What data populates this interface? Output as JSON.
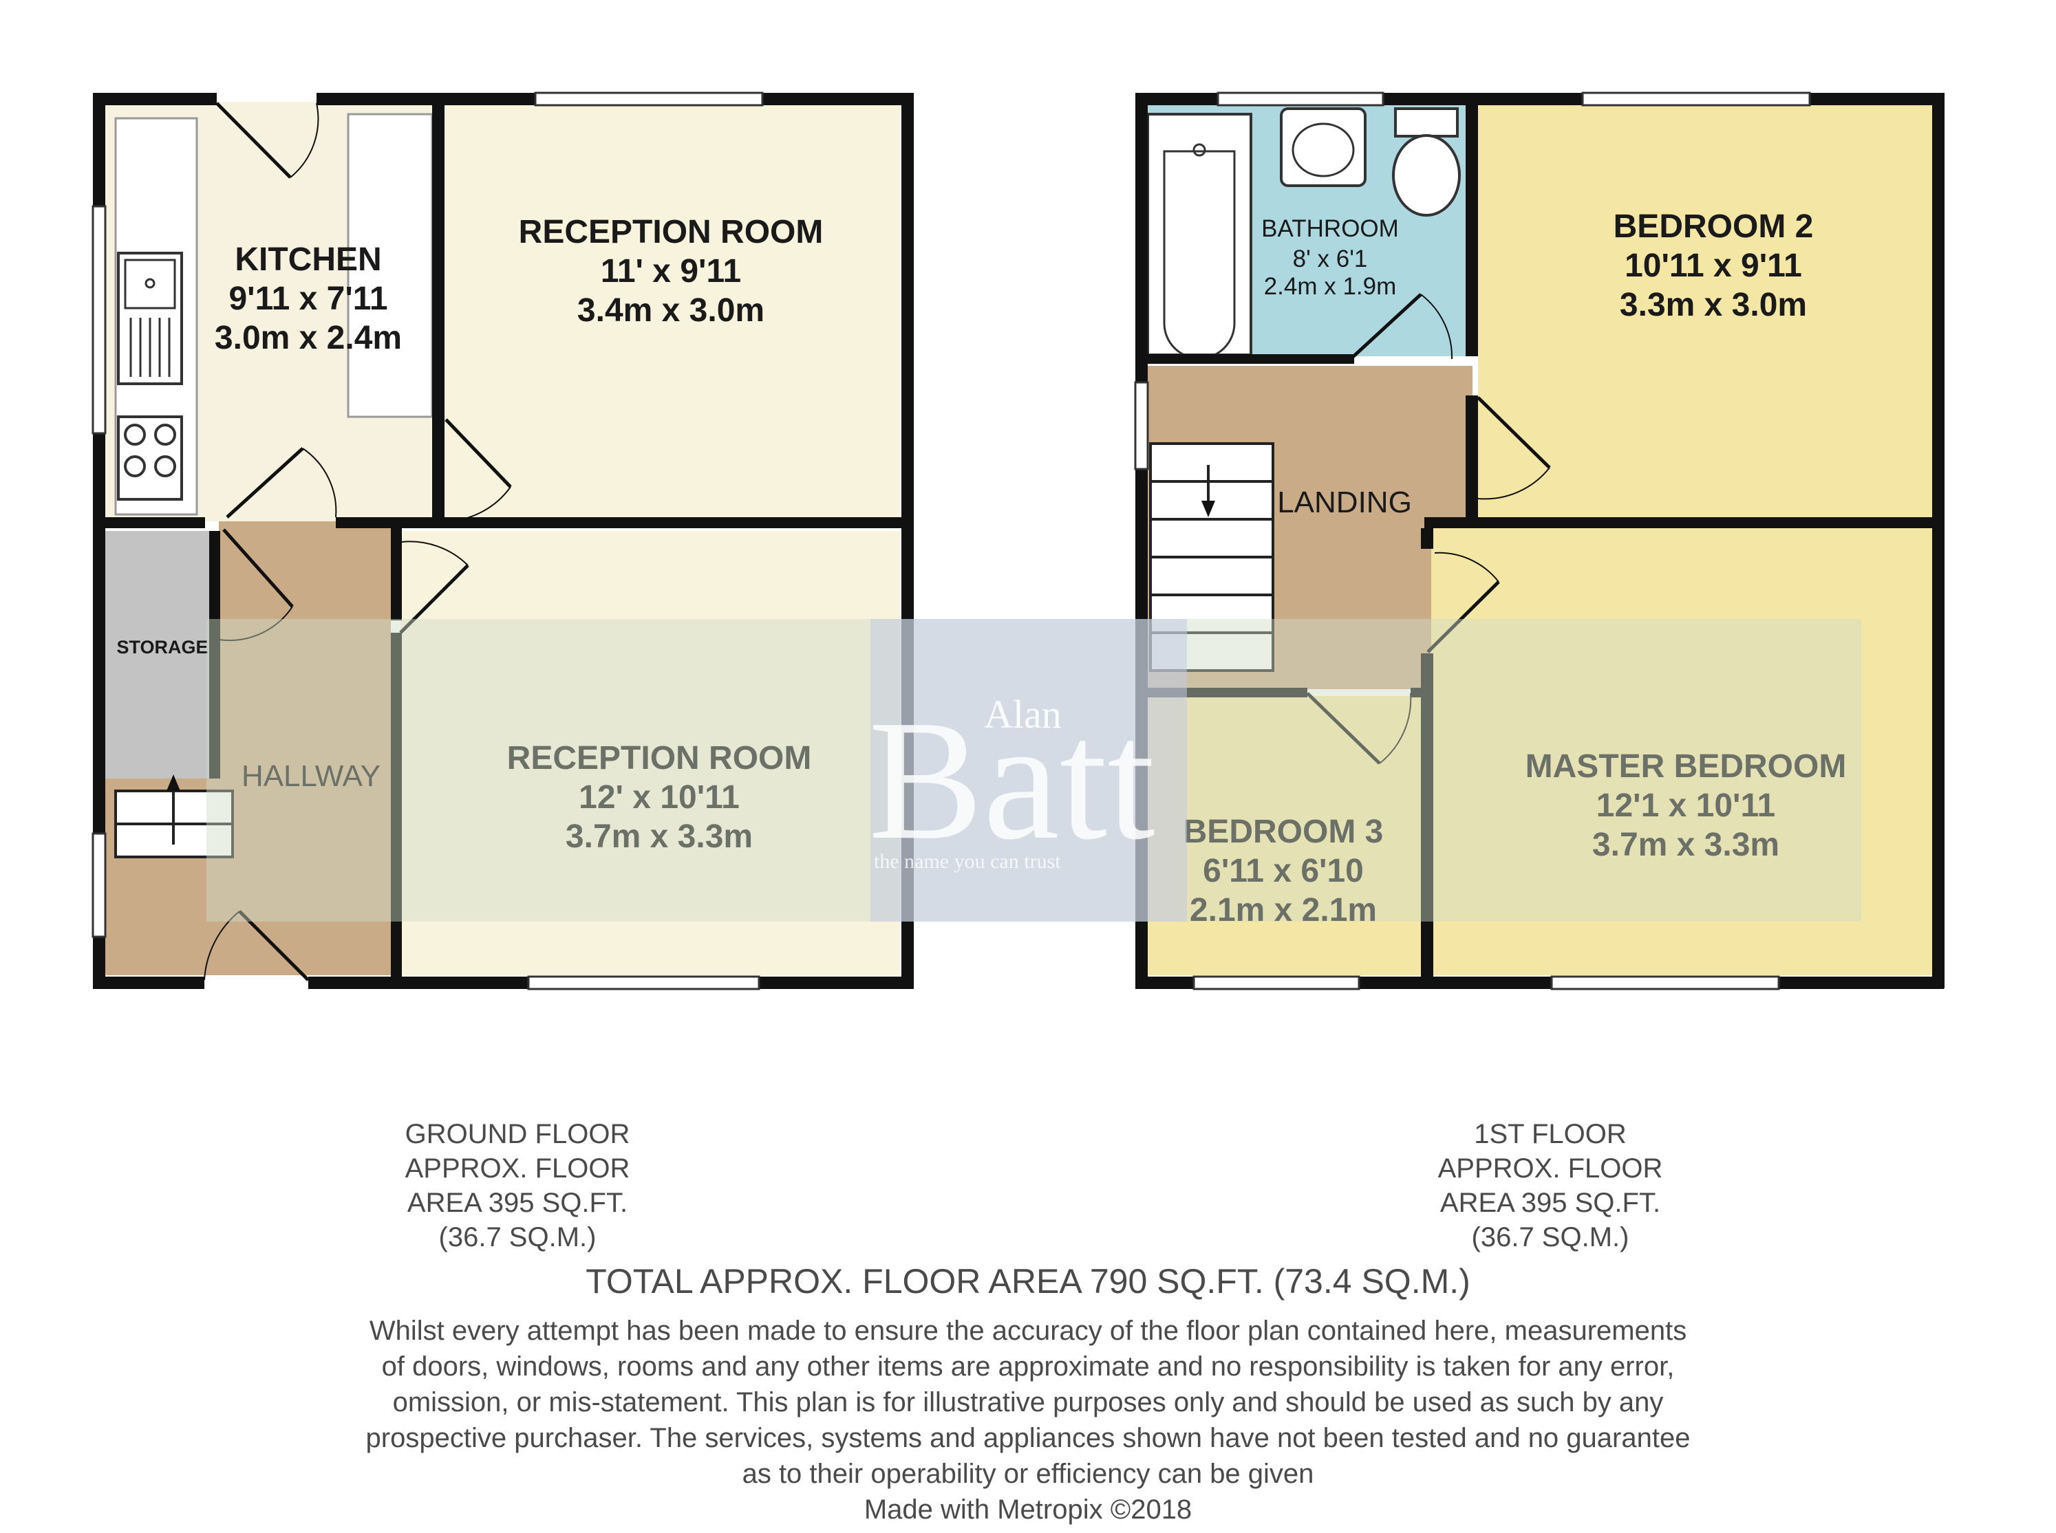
{
  "ground_floor": {
    "rooms": {
      "kitchen": {
        "name": "KITCHEN",
        "dim_imperial": "9'11 x 7'11",
        "dim_metric": "3.0m x 2.4m"
      },
      "reception_upper": {
        "name": "RECEPTION ROOM",
        "dim_imperial": "11' x 9'11",
        "dim_metric": "3.4m x 3.0m"
      },
      "reception_lower": {
        "name": "RECEPTION ROOM",
        "dim_imperial": "12' x 10'11",
        "dim_metric": "3.7m x 3.3m"
      },
      "storage": {
        "name": "STORAGE"
      },
      "hallway": {
        "name": "HALLWAY"
      }
    },
    "label_lines": [
      "GROUND FLOOR",
      "APPROX. FLOOR",
      "AREA 395 SQ.FT.",
      "(36.7 SQ.M.)"
    ]
  },
  "first_floor": {
    "rooms": {
      "bathroom": {
        "name": "BATHROOM",
        "dim_imperial": "8' x 6'1",
        "dim_metric": "2.4m x 1.9m"
      },
      "bedroom2": {
        "name": "BEDROOM 2",
        "dim_imperial": "10'11 x 9'11",
        "dim_metric": "3.3m x 3.0m"
      },
      "landing": {
        "name": "LANDING"
      },
      "bedroom3": {
        "name": "BEDROOM 3",
        "dim_imperial": "6'11 x 6'10",
        "dim_metric": "2.1m x 2.1m"
      },
      "master": {
        "name": "MASTER BEDROOM",
        "dim_imperial": "12'1 x 10'11",
        "dim_metric": "3.7m x 3.3m"
      }
    },
    "label_lines": [
      "1ST FLOOR",
      "APPROX. FLOOR",
      "AREA 395 SQ.FT.",
      "(36.7 SQ.M.)"
    ]
  },
  "total_area": "TOTAL APPROX. FLOOR AREA 790 SQ.FT. (73.4 SQ.M.)",
  "disclaimer_lines": [
    "Whilst every attempt has been made to ensure the accuracy of the floor plan contained here, measurements",
    "of doors, windows, rooms and any other items are approximate and no responsibility is taken for any error,",
    "omission, or mis-statement. This plan is for illustrative purposes only and should be used as such by any",
    "prospective purchaser. The services, systems and appliances shown have not been tested and no guarantee",
    "as to their operability or efficiency can be given"
  ],
  "credit": "Made with Metropix ©2018",
  "watermark": {
    "small": "Alan",
    "big": "Batt",
    "tagline": "the name you can trust"
  },
  "colors": {
    "wall": "#111111",
    "kitchen": "#f7f2df",
    "reception": "#f8f3dd",
    "hallway": "#c9ab88",
    "storage": "#c3c3c3",
    "bathroom": "#add8e0",
    "bedroom": "#f4e6a4",
    "landing": "#c9ab88"
  }
}
